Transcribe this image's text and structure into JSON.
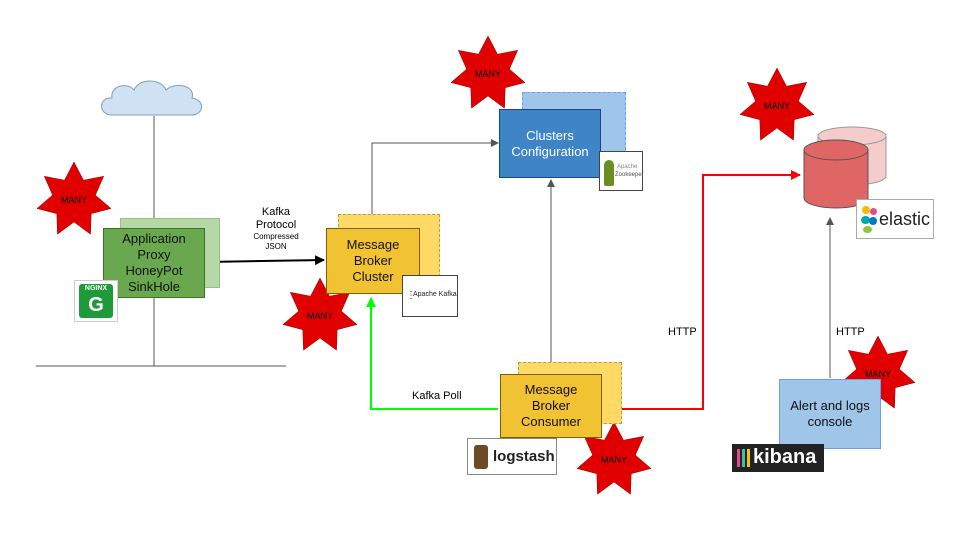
{
  "nodes": {
    "proxy": {
      "lines": [
        "Application",
        "Proxy",
        "HoneyPot",
        "SinkHole"
      ]
    },
    "broker": {
      "lines": [
        "Message",
        "Broker",
        "Cluster"
      ]
    },
    "config": {
      "lines": [
        "Clusters",
        "Configuration"
      ]
    },
    "consumer": {
      "lines": [
        "Message",
        "Broker",
        "Consumer"
      ]
    },
    "console": {
      "lines": [
        "Alert and logs",
        "console"
      ]
    }
  },
  "edges": {
    "kafka_protocol": {
      "line1": "Kafka",
      "line2": "Protocol",
      "line3": "Compressed",
      "line4": "JSON"
    },
    "kafka_poll": "Kafka Poll",
    "http_consumer_db": "HTTP",
    "http_console_db": "HTTP"
  },
  "badges": {
    "nginx": "NGINX",
    "kafka": "Apache Kafka",
    "zookeeper_top": "Apache",
    "zookeeper_name": "Zookeeper",
    "logstash": "logstash",
    "elastic": "elastic",
    "kibana": "kibana"
  },
  "star_label": "MANY",
  "colors": {
    "proxy_fill": "#6aa84f",
    "proxy_shadow": "#b6d7a8",
    "broker_fill": "#f1c232",
    "broker_shadow": "#ffd966",
    "config_fill": "#3d85c6",
    "config_shadow": "#9fc5e8",
    "console_fill": "#9fc5e8",
    "db_front": "#e06666",
    "db_back": "#f4cccc",
    "star": "#e00000",
    "poll_edge": "#00ff00",
    "http_edge": "#ff0000"
  }
}
